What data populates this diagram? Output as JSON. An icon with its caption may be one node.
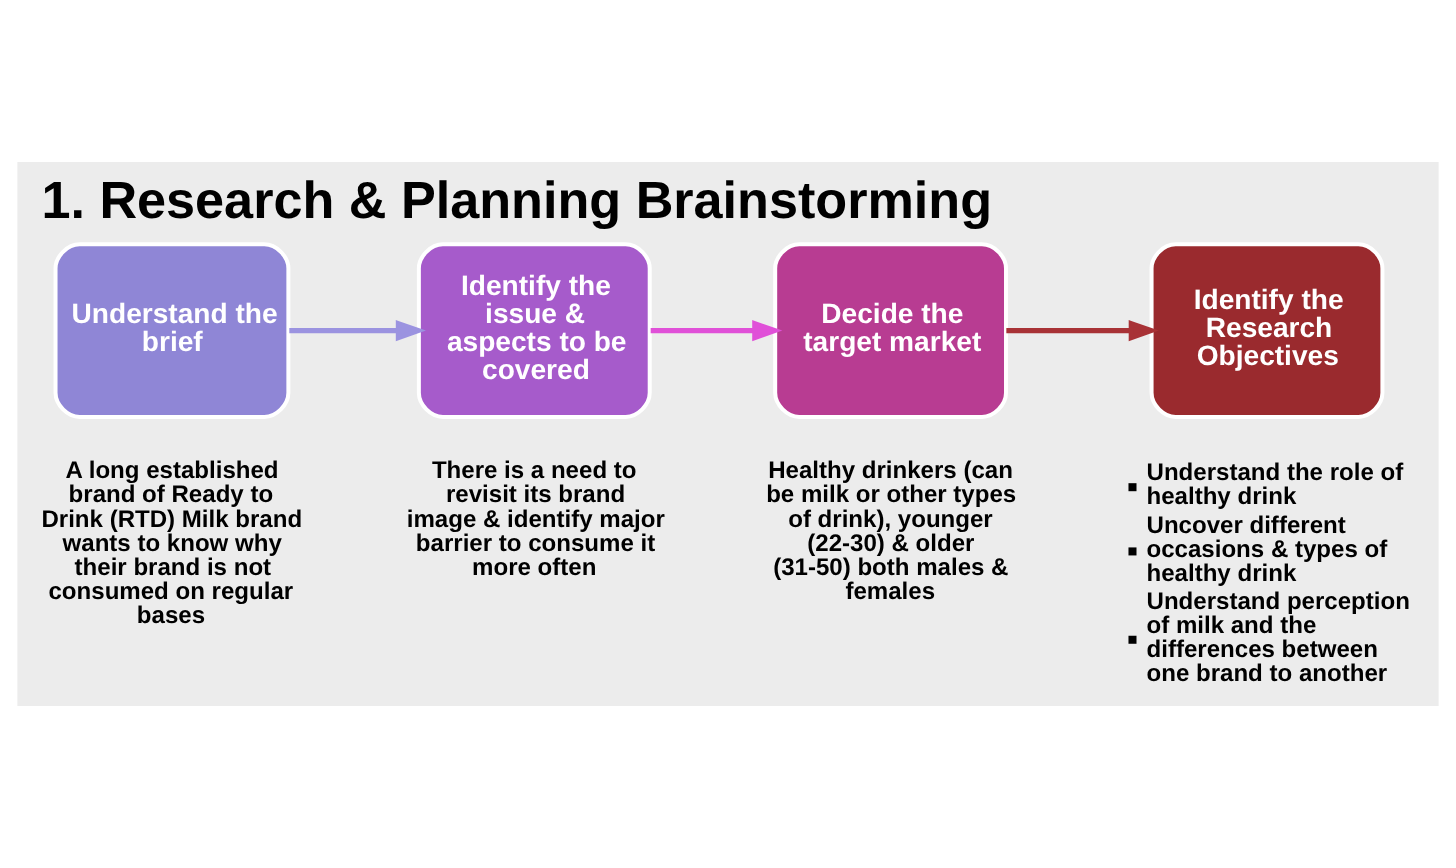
{
  "diagram": {
    "title": "1. Research & Planning Brainstorming",
    "nodes": [
      {
        "text": [
          "Understand the brief"
        ],
        "beside": [
          "A long established brand of Ready to Drink (RTD) Milk brand wants to know why their brand is not consumed on regular bases"
        ]
      },
      {
        "text": [
          "Identify the issue & aspects to be covered"
        ],
        "beside": [
          "There is a need to revisit its brand image & identify major barrier to consume it more often"
        ]
      },
      {
        "text": [
          "Decide the target market"
        ],
        "beside": [
          "Healthy drinkers (can be milk or other types of drink), younger (22-30) & older (31-50) both males & females"
        ]
      },
      {
        "text": [
          "Identify the Research Objectives"
        ],
        "beside": [
          "Understand the role of healthy drink",
          "Uncover different occasions & types of healthy drink",
          "Understand perception of milk and the differences between one brand to another"
        ]
      }
    ],
    "edges": [
      {
        "from": 0,
        "to": 1,
        "arrow": "to",
        "color": "#9b93e0"
      },
      {
        "from": 1,
        "to": 2,
        "arrow": "to",
        "color": "#e050d8"
      },
      {
        "from": 2,
        "to": 3,
        "arrow": "to",
        "color": "#a83236"
      }
    ]
  }
}
